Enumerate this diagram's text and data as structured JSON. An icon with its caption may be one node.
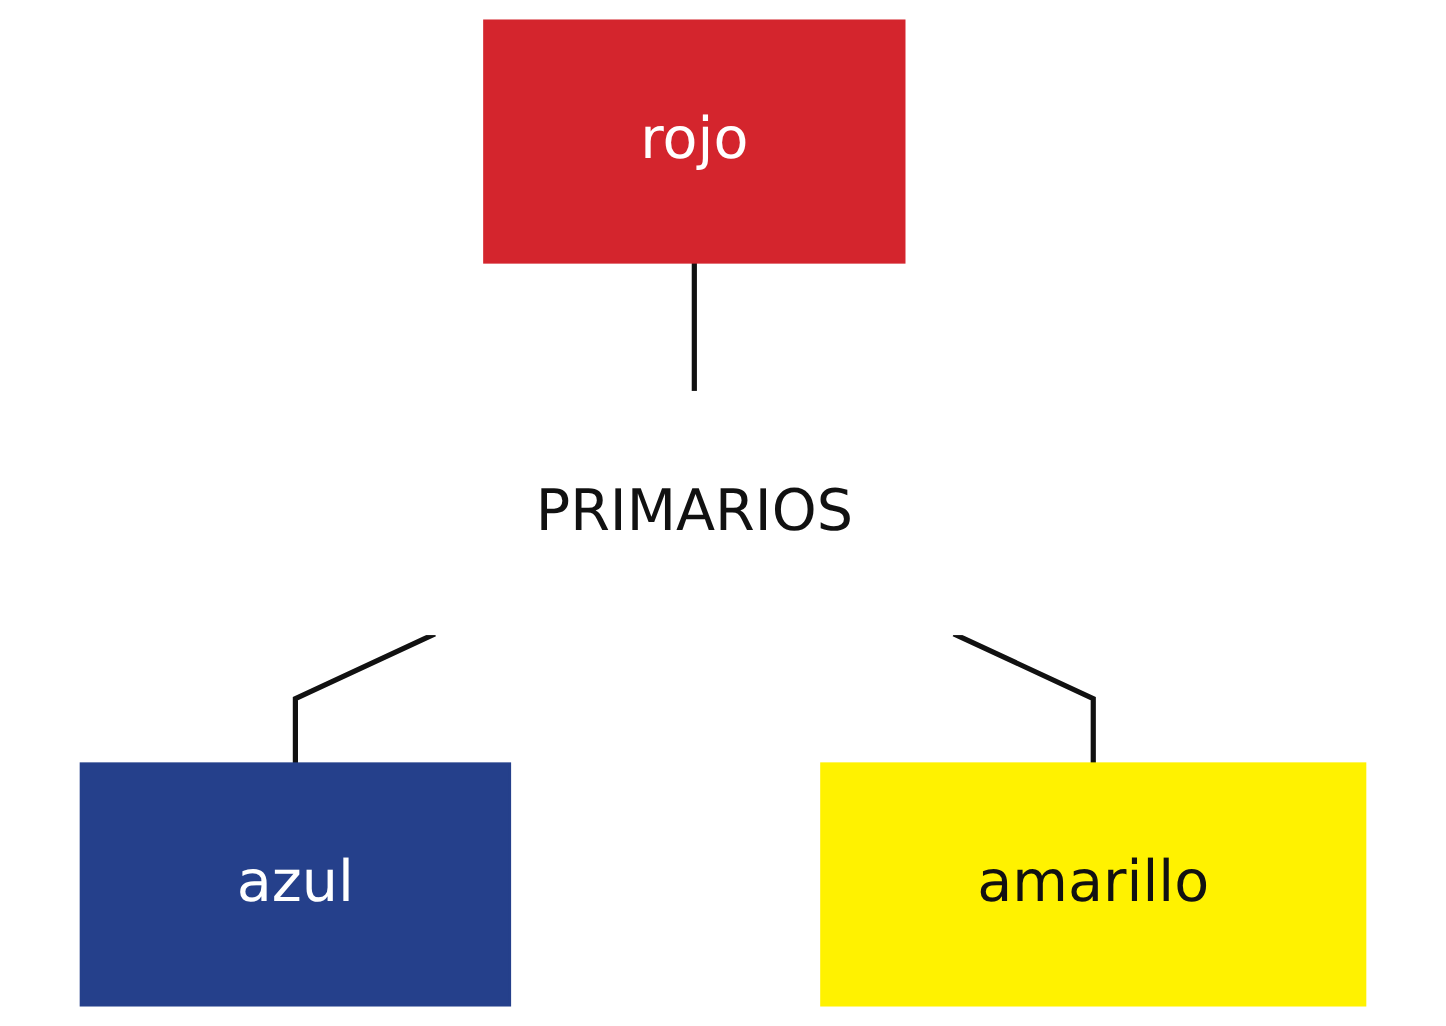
{
  "diagram": {
    "nodes": [
      {
        "text": [
          "rojo"
        ]
      },
      {
        "text": [
          "PRIMARIOS"
        ]
      },
      {
        "text": [
          "azul"
        ]
      },
      {
        "text": [
          "amarillo"
        ]
      }
    ],
    "edges": [
      {
        "from": 0,
        "to": 1,
        "arrow": "none"
      },
      {
        "from": 1,
        "to": 2,
        "arrow": "none"
      },
      {
        "from": 1,
        "to": 3,
        "arrow": "none"
      }
    ]
  }
}
